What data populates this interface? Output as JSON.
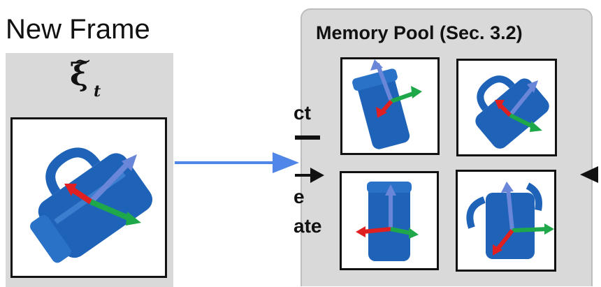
{
  "left": {
    "title": "New Frame",
    "pose_symbol": "ξ",
    "pose_tilde": "~",
    "pose_subscript": "t"
  },
  "pool": {
    "title": "Memory Pool (Sec. 3.2)"
  },
  "fragments": {
    "ct": "ct",
    "e": "e",
    "ate": "ate"
  },
  "colors": {
    "panel_gray": "#d9d9d9",
    "arrow_blue": "#4f86e8",
    "object_blue": "#1f63b8",
    "axis_red": "#e02020",
    "axis_green": "#1fa84a",
    "axis_blue": "#6a86d9"
  }
}
